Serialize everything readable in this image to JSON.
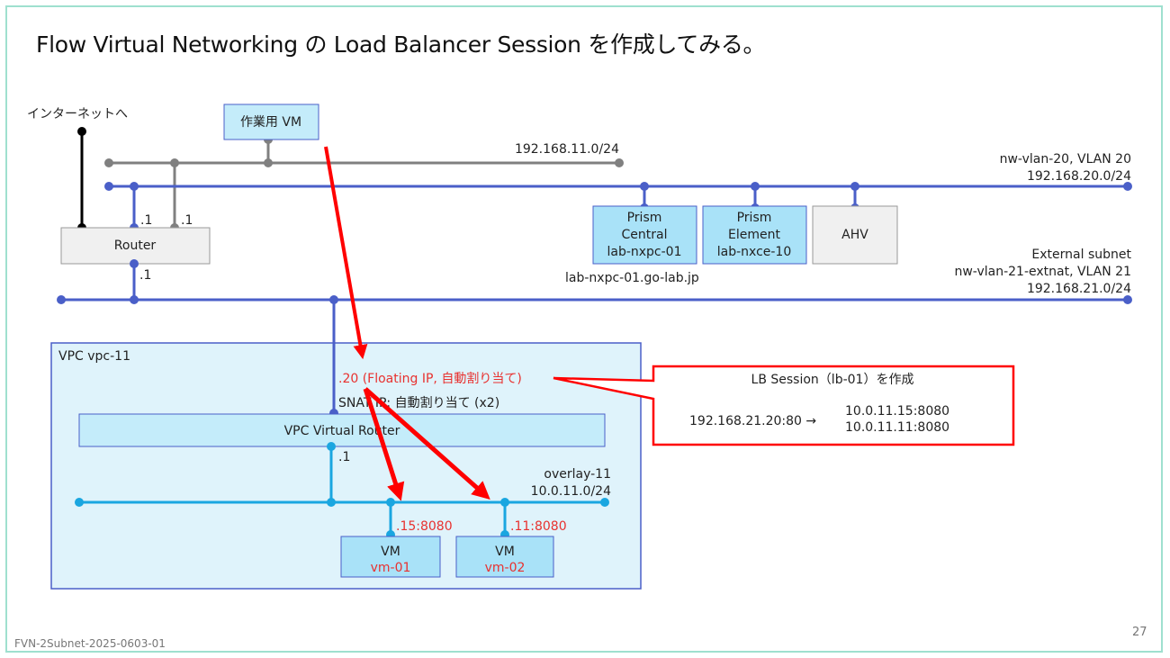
{
  "slide": {
    "title": "Flow Virtual Networking の Load Balancer Session を作成してみる。",
    "footer_id": "FVN-2Subnet-2025-0603-01",
    "page_number": "27"
  },
  "colors": {
    "frame": "#9fe0cf",
    "blue_network": "#4a5fc8",
    "gray_network": "#808080",
    "overlay_network": "#1aa6e0",
    "red_accent": "#ff0000",
    "box_fill_blue": "#a9e2f8",
    "box_fill_gray": "#f0f0f0",
    "vpc_fill": "#dff3fb"
  },
  "diagram": {
    "internet_label": "インターネットへ",
    "work_vm_label": "作業用 VM",
    "mgmt_network": {
      "subnet": "192.168.11.0/24"
    },
    "vlan20_network": {
      "name": "nw-vlan-20, VLAN 20",
      "subnet": "192.168.20.0/24"
    },
    "external_network": {
      "title": "External subnet",
      "name": "nw-vlan-21-extnat, VLAN 21",
      "subnet": "192.168.21.0/24"
    },
    "router": {
      "label": "Router",
      "ip_vlan20": ".1",
      "ip_mgmt": ".1",
      "ip_external": ".1"
    },
    "hosts": [
      {
        "lines": [
          "Prism",
          "Central",
          "lab-nxpc-01"
        ]
      },
      {
        "lines": [
          "Prism",
          "Element",
          "lab-nxce-10"
        ]
      },
      {
        "lines": [
          "AHV"
        ]
      }
    ],
    "prism_central_fqdn": "lab-nxpc-01.go-lab.jp",
    "vpc": {
      "label": "VPC vpc-11",
      "floating_ip_label": ".20 (Floating IP, 自動割り当て)",
      "snat_ip_label": "SNAT IP: 自動割り当て (x2)",
      "virtual_router_label": "VPC Virtual Router",
      "virtual_router_ip": ".1",
      "overlay": {
        "name": "overlay-11",
        "subnet": "10.0.11.0/24"
      },
      "vms": [
        {
          "type": "VM",
          "name": "vm-01",
          "ip_port": ".15:8080"
        },
        {
          "type": "VM",
          "name": "vm-02",
          "ip_port": ".11:8080"
        }
      ]
    },
    "lb_callout": {
      "title": "LB Session（lb-01）を作成",
      "source": "192.168.21.20:80 →",
      "targets": [
        "10.0.11.15:8080",
        "10.0.11.11:8080"
      ]
    }
  }
}
